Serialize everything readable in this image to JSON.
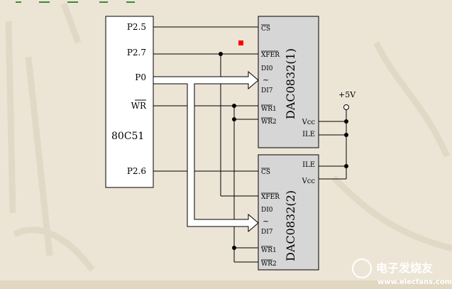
{
  "mcu": {
    "name": "80C51",
    "pins": {
      "p25": "P2.5",
      "p27": "P2.7",
      "p0": "P0",
      "wr": "WR",
      "p26": "P2.6"
    }
  },
  "dac1": {
    "title": "DAC0832(1)",
    "pins": {
      "cs": "CS",
      "xfer": "XFER",
      "di0": "DI0",
      "tilde": "~",
      "di7": "DI7",
      "wr1": "WR1",
      "wr2": "WR2",
      "vcc": "Vcc",
      "ile": "ILE"
    }
  },
  "dac2": {
    "title": "DAC0832(2)",
    "pins": {
      "ile": "ILE",
      "vcc": "Vcc",
      "cs": "CS",
      "xfer": "XFER",
      "di0": "DI0",
      "tilde": "~",
      "di7": "DI7",
      "wr1": "WR1",
      "wr2": "WR2"
    }
  },
  "supply": {
    "label": "+5V"
  },
  "watermark": {
    "text": "电子发烧友",
    "url": "www.elecfans.com"
  },
  "colors": {
    "background": "#ece5d6",
    "chip_fill": "#d6d6d6",
    "mcu_fill": "#ffffff",
    "wire": "#000000",
    "marker": "#ff0000"
  }
}
